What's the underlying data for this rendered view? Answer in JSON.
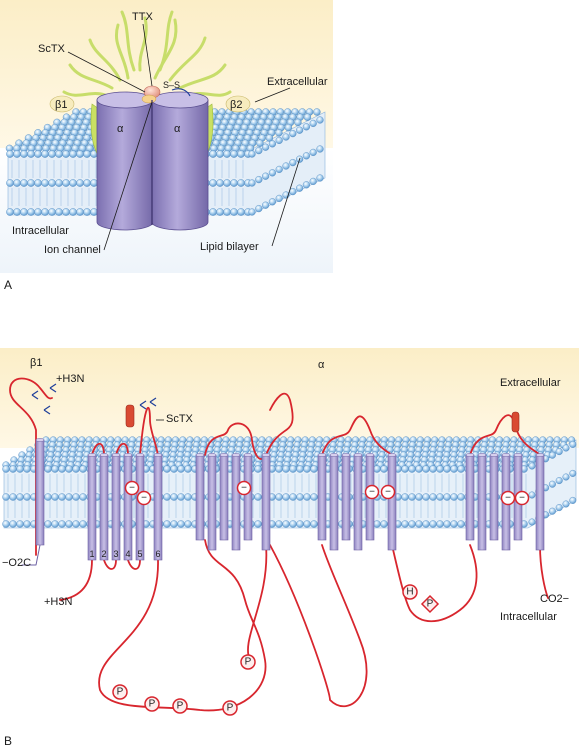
{
  "panel_a": {
    "letter": "A",
    "labels": {
      "ttx": "TTX",
      "sctx": "ScTX",
      "ss": "S–S",
      "extracellular": "Extracellular",
      "intracellular": "Intracellular",
      "ion_channel": "Ion channel",
      "lipid_bilayer": "Lipid bilayer",
      "beta1": "β1",
      "beta2": "β2",
      "alpha": "α"
    }
  },
  "panel_b": {
    "letter": "B",
    "labels": {
      "beta1": "β1",
      "alpha": "α",
      "extracellular": "Extracellular",
      "intracellular": "Intracellular",
      "sctx": "ScTX",
      "n_term_beta": "+H3N",
      "c_term_beta": "−O2C",
      "n_term_alpha": "+H3N",
      "c_term_alpha": "CO2−"
    },
    "segments": [
      "1",
      "2",
      "3",
      "4",
      "5",
      "6"
    ],
    "phospho_symbol": "P",
    "charge_symbol": "−",
    "h_symbol": "H"
  },
  "colors": {
    "sky": "#fdf4d8",
    "lipid_head": "#9cc8ea",
    "lipid_tail": "#cfe3f4",
    "protein": "#9e92cc",
    "protein_dark": "#7d72b0",
    "chain": "#d8262e",
    "toxin": "#c7dd6a"
  }
}
